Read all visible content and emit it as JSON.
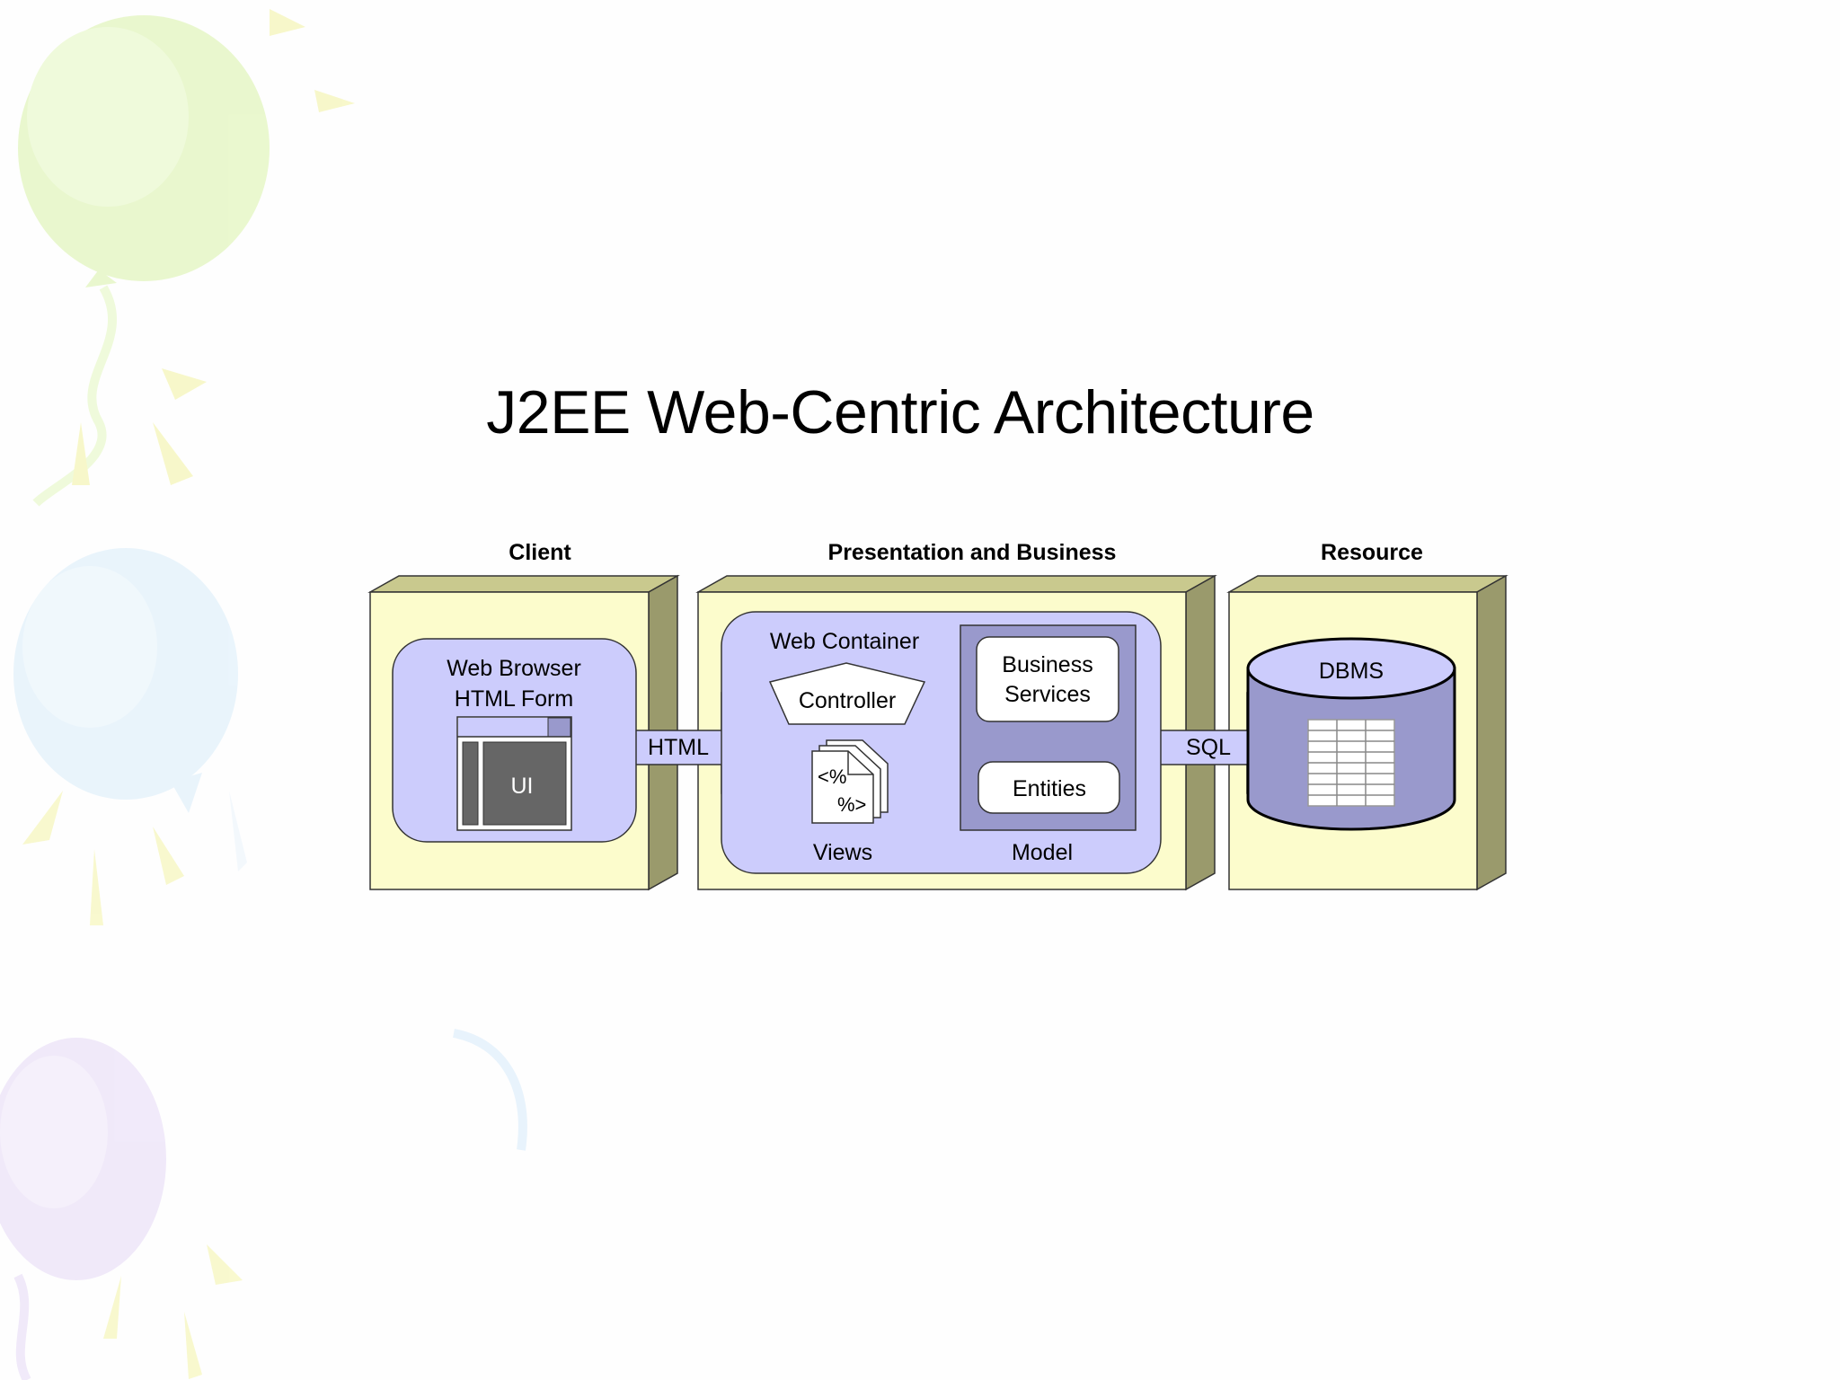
{
  "slide": {
    "title": "J2EE Web-Centric Architecture"
  },
  "tiers": {
    "client": "Client",
    "presentation": "Presentation and Business",
    "resource": "Resource"
  },
  "client_box": {
    "line1": "Web Browser",
    "line2": "HTML Form",
    "ui_label": "UI"
  },
  "web_container": {
    "label": "Web Container",
    "controller": "Controller",
    "views_line1": "<%",
    "views_line2": "%>",
    "views_label": "Views"
  },
  "model": {
    "business_line1": "Business",
    "business_line2": "Services",
    "entities": "Entities",
    "label": "Model"
  },
  "arrows": {
    "html": "HTML",
    "sql": "SQL"
  },
  "dbms": {
    "label": "DBMS"
  },
  "colors": {
    "tier_fill": "#fcfccc",
    "tier_side": "#9a9a6c",
    "tier_top": "#c9c98e",
    "container_fill": "#ccccfc",
    "model_fill": "#9999cc",
    "dark_gray": "#666666"
  }
}
